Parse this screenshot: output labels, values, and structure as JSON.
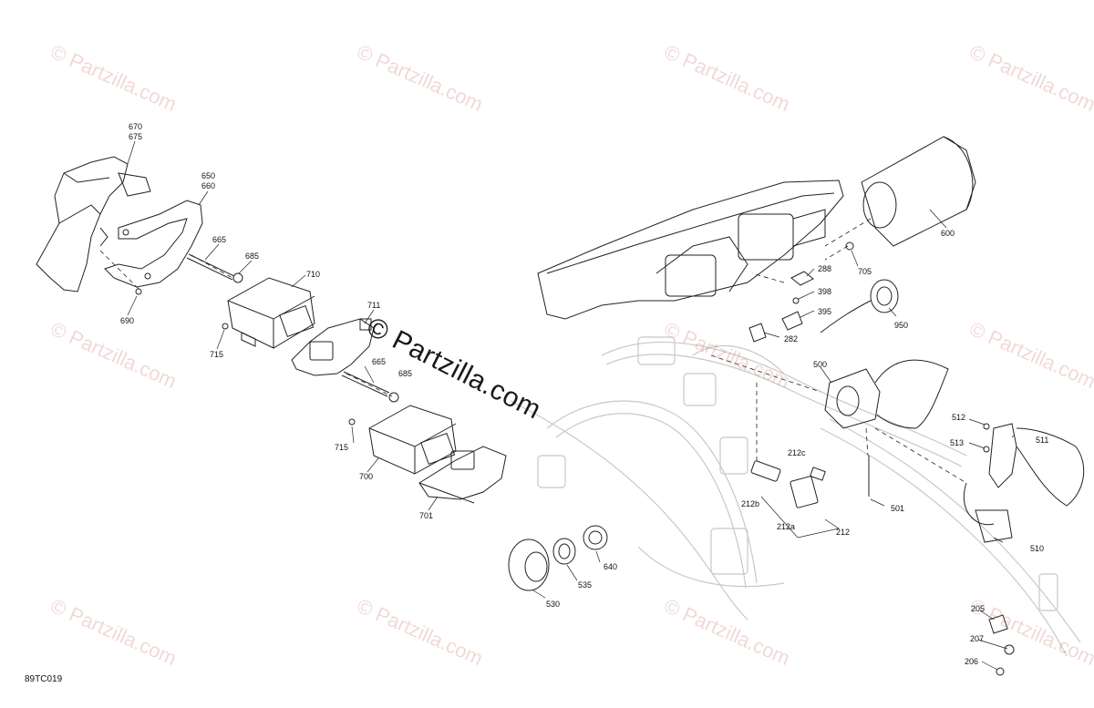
{
  "diagram_code": "89TC019",
  "watermark_text": "© Partzilla.com",
  "center_watermark_text": "© Partzilla.com",
  "part_labels": [
    "670",
    "675",
    "650",
    "660",
    "665",
    "685",
    "710",
    "711",
    "690",
    "715",
    "665",
    "685",
    "715",
    "700",
    "701",
    "640",
    "535",
    "530",
    "600",
    "288",
    "705",
    "398",
    "395",
    "950",
    "282",
    "500",
    "512",
    "511",
    "513",
    "212c",
    "212b",
    "212a",
    "212",
    "501",
    "510",
    "205",
    "207",
    "206"
  ],
  "colors": {
    "line": "#222222",
    "faint_line": "#c8c8c8",
    "watermark": "#c8786e"
  }
}
